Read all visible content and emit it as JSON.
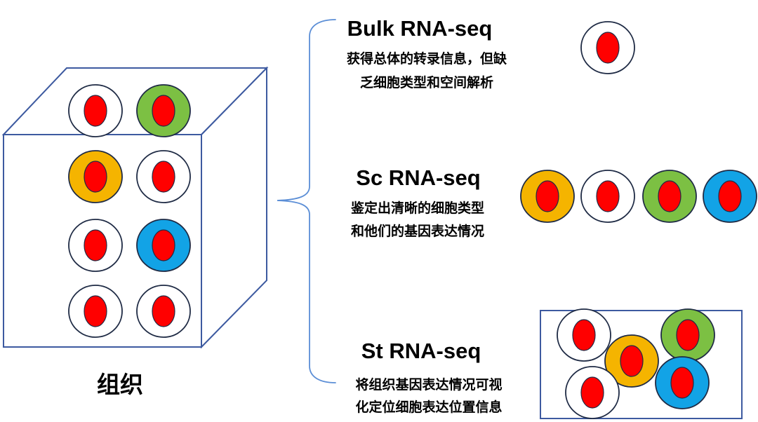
{
  "colors": {
    "outline": "#3D5AA0",
    "brace": "#5B8ED6",
    "cell_outline": "#1E2A44",
    "nucleus": "#FF0000"
  },
  "tissue": {
    "label": "组织",
    "cells": [
      "#FFFFFF",
      "#7CC043",
      "#F5B400",
      "#FFFFFF",
      "#FFFFFF",
      "#12A3E6",
      "#FFFFFF",
      "#FFFFFF"
    ]
  },
  "methods": [
    {
      "title": "Bulk RNA-seq",
      "lines": [
        "获得总体的转录信息，但缺",
        "乏细胞类型和空间解析"
      ],
      "cells": [
        "#FFFFFF"
      ]
    },
    {
      "title": "Sc RNA-seq",
      "lines": [
        "鉴定出清晰的细胞类型",
        "和他们的基因表达情况"
      ],
      "cells": [
        "#F5B400",
        "#FFFFFF",
        "#7CC043",
        "#12A3E6"
      ]
    },
    {
      "title": "St RNA-seq",
      "lines": [
        "将组织基因表达情况可视",
        "化定位细胞表达位置信息"
      ],
      "cells": [
        "#FFFFFF",
        "#7CC043",
        "#F5B400",
        "#12A3E6",
        "#FFFFFF"
      ]
    }
  ]
}
